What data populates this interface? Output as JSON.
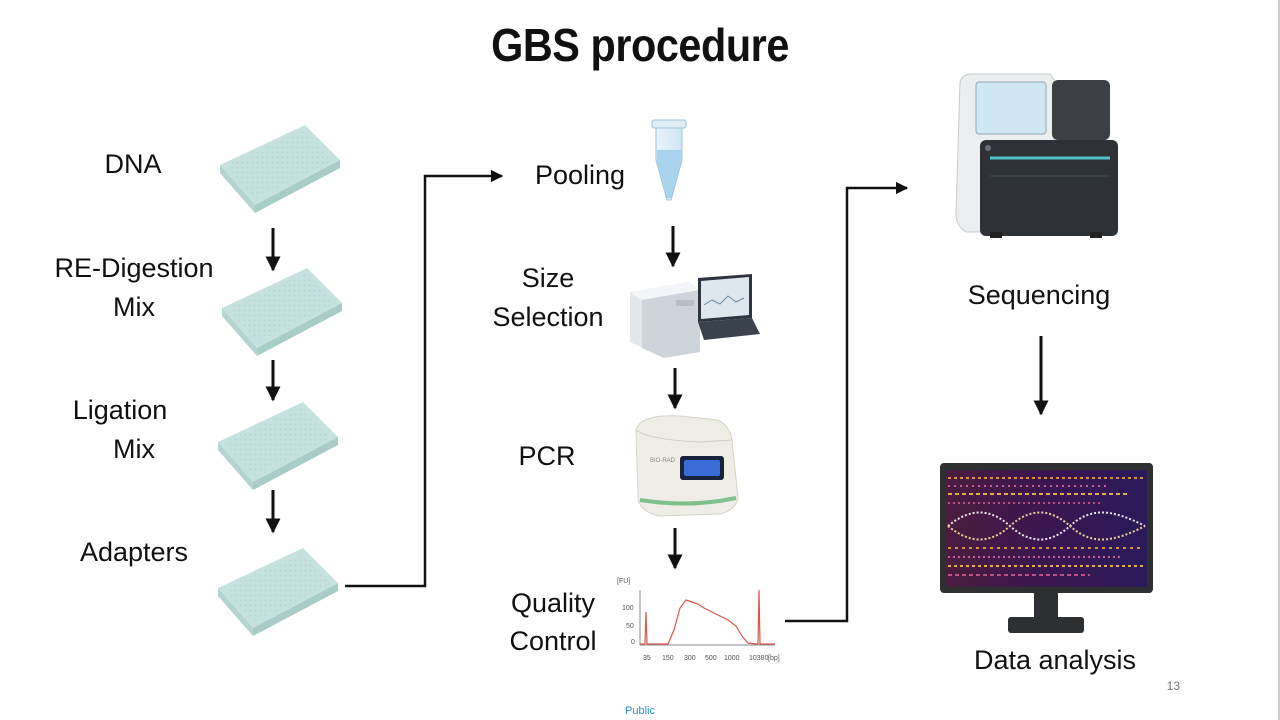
{
  "title": "GBS procedure",
  "steps_left": {
    "dna": "DNA",
    "re_digestion_1": "RE-Digestion",
    "re_digestion_2": "Mix",
    "ligation_1": "Ligation",
    "ligation_2": "Mix",
    "adapters": "Adapters"
  },
  "steps_middle": {
    "pooling": "Pooling",
    "size_selection_1": "Size",
    "size_selection_2": "Selection",
    "pcr": "PCR",
    "quality_control_1": "Quality",
    "quality_control_2": "Control"
  },
  "steps_right": {
    "sequencing": "Sequencing",
    "data_analysis": "Data analysis"
  },
  "qc_chart": {
    "y_unit": "[FU]",
    "y_ticks": [
      "100",
      "50",
      "0"
    ],
    "x_ticks": [
      "35",
      "150",
      "300",
      "500",
      "1000",
      "10380"
    ],
    "x_unit": "[bp]"
  },
  "page_number": "13",
  "footer": "Public",
  "colors": {
    "plate": "#d7ece9",
    "tube_liquid": "#a9d2ec",
    "arrow": "#111111",
    "trace": "#d9574a"
  }
}
